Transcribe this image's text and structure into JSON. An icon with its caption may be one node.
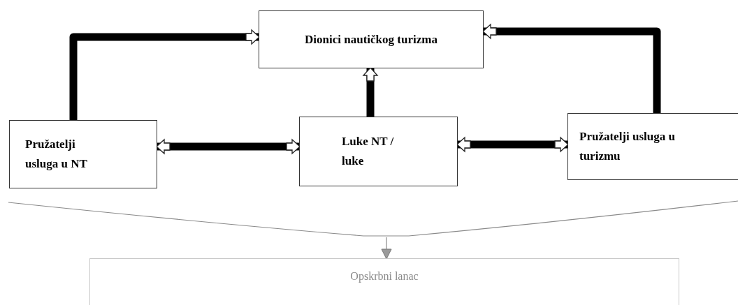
{
  "diagram": {
    "nodes": [
      {
        "text": [
          "Dionici nautičkog turizma"
        ]
      },
      {
        "text": [
          "Pružatelji usluga u NT"
        ]
      },
      {
        "text": [
          "Luke NT / luke"
        ]
      },
      {
        "text": [
          "Pružatelji usluga u turizmu"
        ]
      },
      {
        "text": [
          "Opskrbni lanac"
        ]
      }
    ],
    "edges": [
      {
        "from": 1,
        "to": 0,
        "arrow": "to"
      },
      {
        "from": 3,
        "to": 0,
        "arrow": "to"
      },
      {
        "from": 2,
        "to": 0,
        "arrow": "to"
      },
      {
        "from": 1,
        "to": 2,
        "arrow": "both"
      },
      {
        "from": 2,
        "to": 3,
        "arrow": "both"
      },
      {
        "from": null,
        "to": 4,
        "arrow": "to",
        "color": "#8a8a8a"
      }
    ]
  }
}
